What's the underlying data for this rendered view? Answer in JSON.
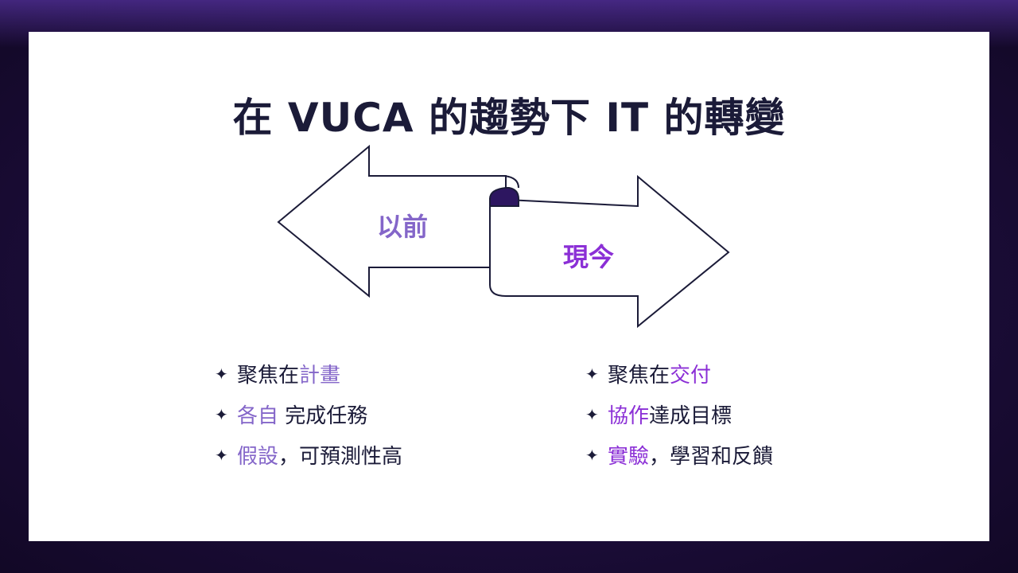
{
  "slide": {
    "title": "在 VUCA 的趨勢下 IT 的轉變",
    "arrow_left_label": "以前",
    "arrow_right_label": "現今",
    "bullet_glyph": "✦",
    "left_items": [
      {
        "highlight_before": "",
        "pre": "聚焦在",
        "highlight": "計畫",
        "post": ""
      },
      {
        "highlight_before": "各自",
        "pre": "",
        "highlight": "",
        "post": " 完成任務"
      },
      {
        "highlight_before": "假設",
        "pre": "",
        "highlight": "",
        "post": "，可預測性高"
      }
    ],
    "right_items": [
      {
        "highlight_before": "",
        "pre": "聚焦在",
        "highlight": "交付",
        "post": ""
      },
      {
        "highlight_before": "協作",
        "pre": "",
        "highlight": "",
        "post": "達成目標"
      },
      {
        "highlight_before": "實驗",
        "pre": "",
        "highlight": "",
        "post": "，學習和反饋"
      }
    ]
  },
  "colors": {
    "title": "#1b1b38",
    "past_accent": "#8466c9",
    "present_accent": "#8b2fd6",
    "frame_background": "#1c0d3a",
    "ribbon_fold": "#2d1660"
  },
  "icons": {
    "bullet": "four-pointed-star-icon",
    "arrow_left": "left-arrow-shape",
    "arrow_right": "right-arrow-ribbon-shape"
  }
}
